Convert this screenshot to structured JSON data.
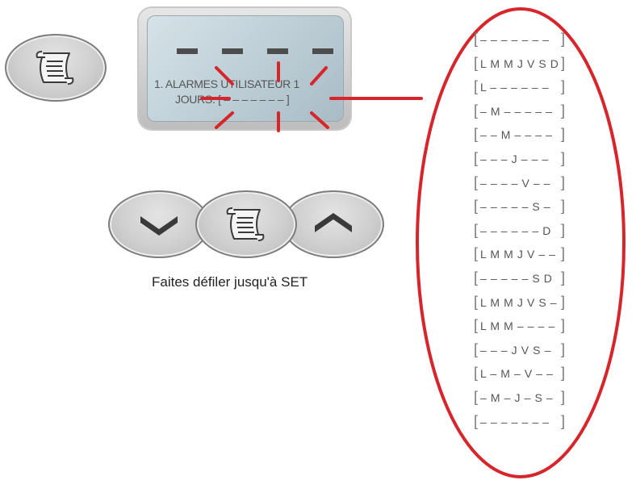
{
  "lcd": {
    "line1": "1. ALARMES UTILISATEUR 1",
    "line2": "JOURS: [ – – – – – – –  ]"
  },
  "caption": "Faites défiler jusqu'à SET",
  "day_options": [
    "– – – – – – –",
    "L M M J V S D",
    "L – – – – – –",
    "– M – – – – –",
    "– – M – – – –",
    "– – – J – – –",
    "– – – – V – –",
    "– – – – – S –",
    "– – – – – – D",
    "L M M J V – –",
    "– – – – – S D",
    "L M M J V S –",
    "L M M – – – –",
    "– – – J V S –",
    "L – M – V – –",
    "– M – J – S –",
    "– – – – – – –"
  ],
  "colors": {
    "highlight_red": "#d7262b",
    "button_grey": "#cfcfcf",
    "lcd_blue_grey": "#bccdd5"
  },
  "icons": {
    "menu_button": "scroll-icon",
    "down_button": "chevron-down-icon",
    "up_button": "chevron-up-icon"
  }
}
